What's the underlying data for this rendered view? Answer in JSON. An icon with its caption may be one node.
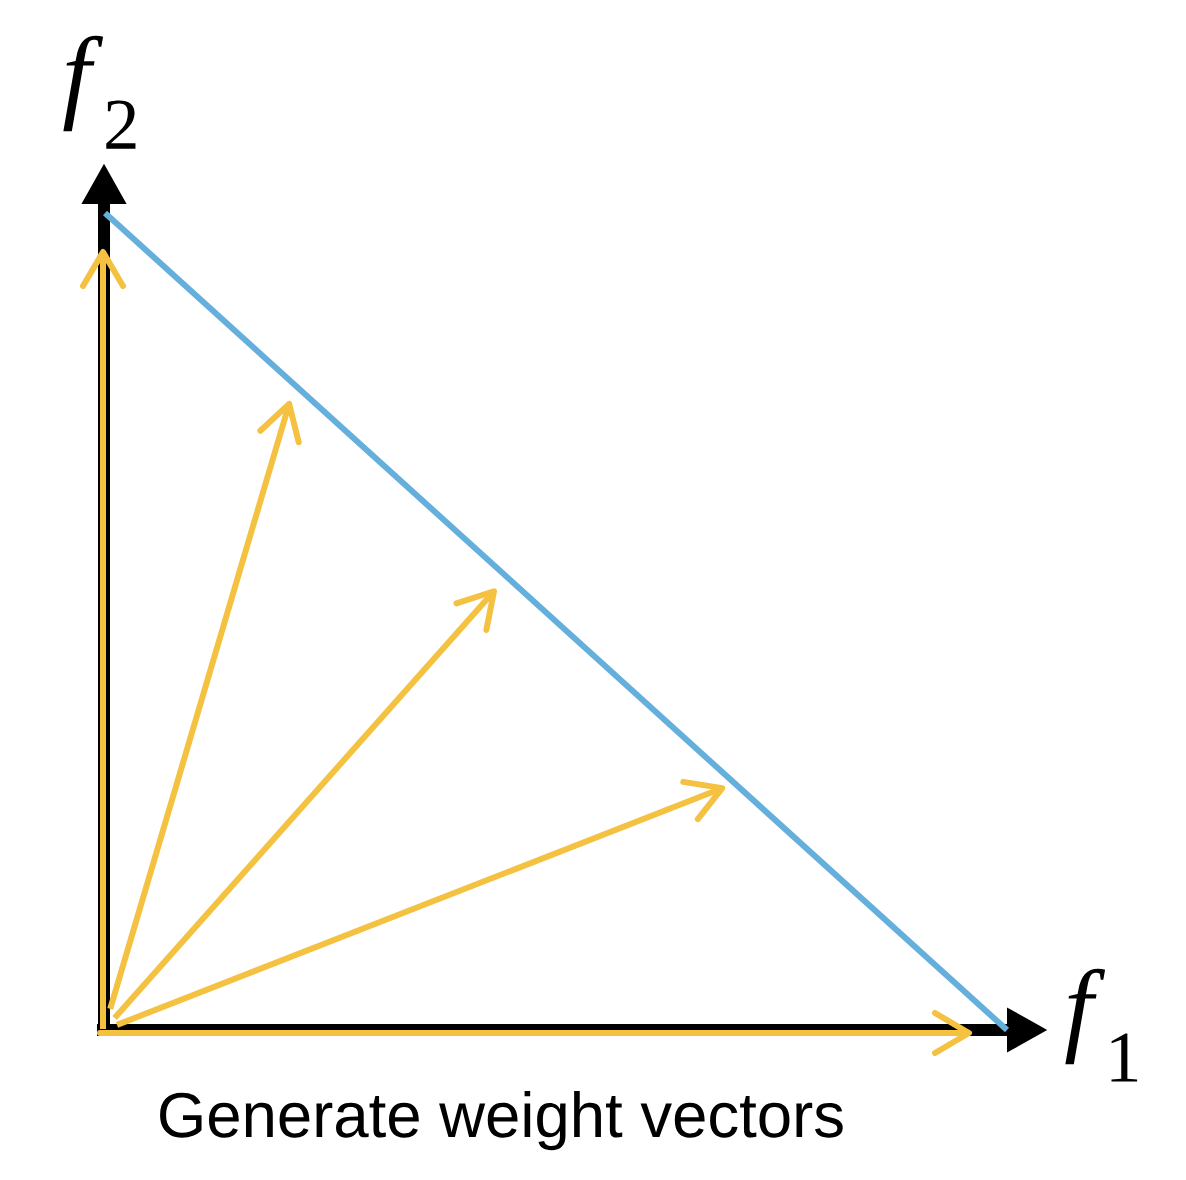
{
  "diagram": {
    "caption": "Generate weight vectors",
    "labels": [
      "*f*$_{2}$",
      "*f*$_{1}$"
    ]
  }
}
